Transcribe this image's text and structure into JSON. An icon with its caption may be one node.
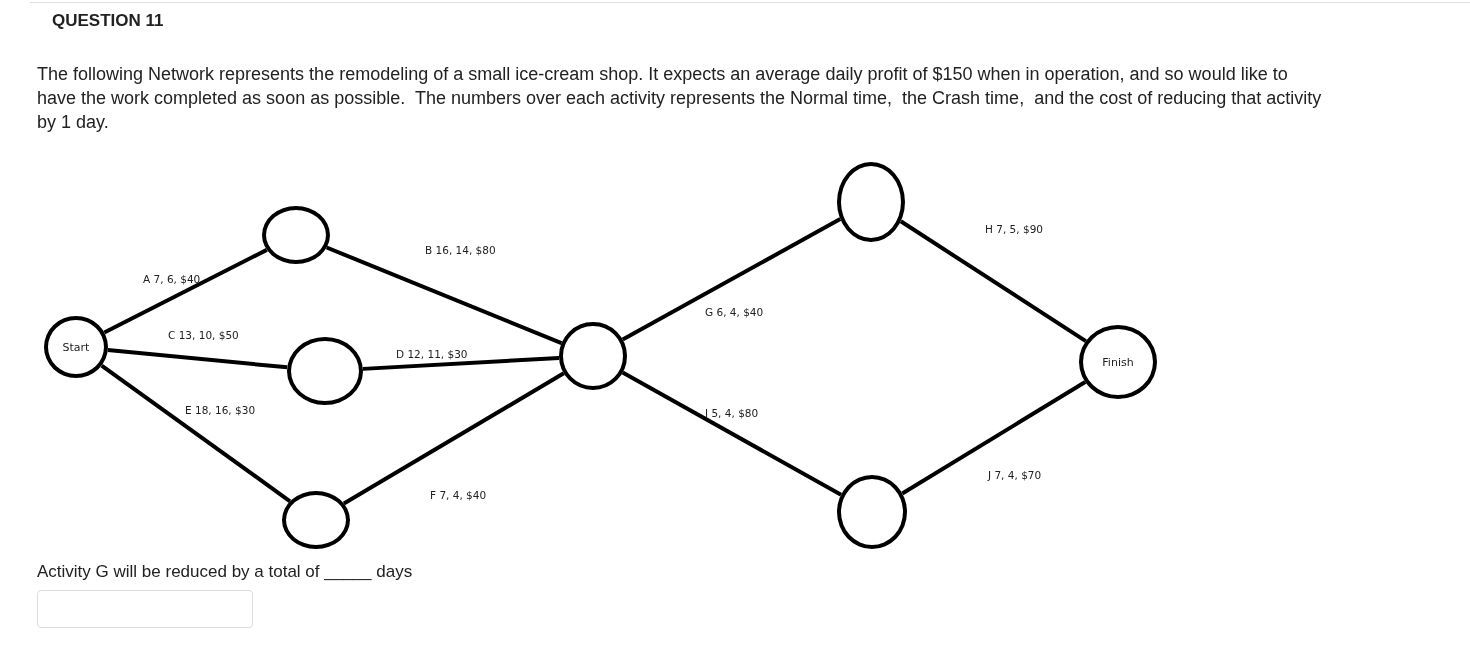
{
  "diagram": {
    "title": "QUESTION 11",
    "nodes": [
      {
        "text": [
          "Start"
        ]
      },
      {
        "text": [],
        "shape": "circle"
      },
      {
        "text": [],
        "shape": "circle"
      },
      {
        "text": [],
        "shape": "circle"
      },
      {
        "text": [],
        "shape": "circle"
      },
      {
        "text": [],
        "shape": "circle"
      },
      {
        "text": [],
        "shape": "circle"
      },
      {
        "text": [
          "Finish"
        ]
      }
    ],
    "edges": [
      {
        "from": 0,
        "to": 1,
        "arrow": "none",
        "label": "A 7, 6, $40"
      },
      {
        "from": 1,
        "to": 4,
        "arrow": "none",
        "label": "B 16, 14, $80"
      },
      {
        "from": 0,
        "to": 2,
        "arrow": "none",
        "label": "C 13, 10, $50"
      },
      {
        "from": 2,
        "to": 4,
        "arrow": "none",
        "label": "D 12, 11, $30"
      },
      {
        "from": 0,
        "to": 3,
        "arrow": "none",
        "label": "E 18, 16, $30"
      },
      {
        "from": 3,
        "to": 4,
        "arrow": "none",
        "label": "F 7, 4, $40"
      },
      {
        "from": 4,
        "to": 5,
        "arrow": "none",
        "label": "G 6, 4, $40"
      },
      {
        "from": 5,
        "to": 7,
        "arrow": "none",
        "label": "H 7, 5, $90"
      },
      {
        "from": 4,
        "to": 6,
        "arrow": "none",
        "label": "I 5, 4, $80"
      },
      {
        "from": 6,
        "to": 7,
        "arrow": "none",
        "label": "J 7, 4, $70"
      }
    ],
    "labels": [
      "The following Network represents the remodeling of a small ice-cream shop. It expects an average daily profit of $150 when in operation, and so would like to have the work completed as soon as possible.  The numbers over each activity represents the Normal time,  the Crash time,  and the cost of reducing that activity by 1 day.",
      "Activity G will be reduced by a total of _____ days"
    ]
  }
}
